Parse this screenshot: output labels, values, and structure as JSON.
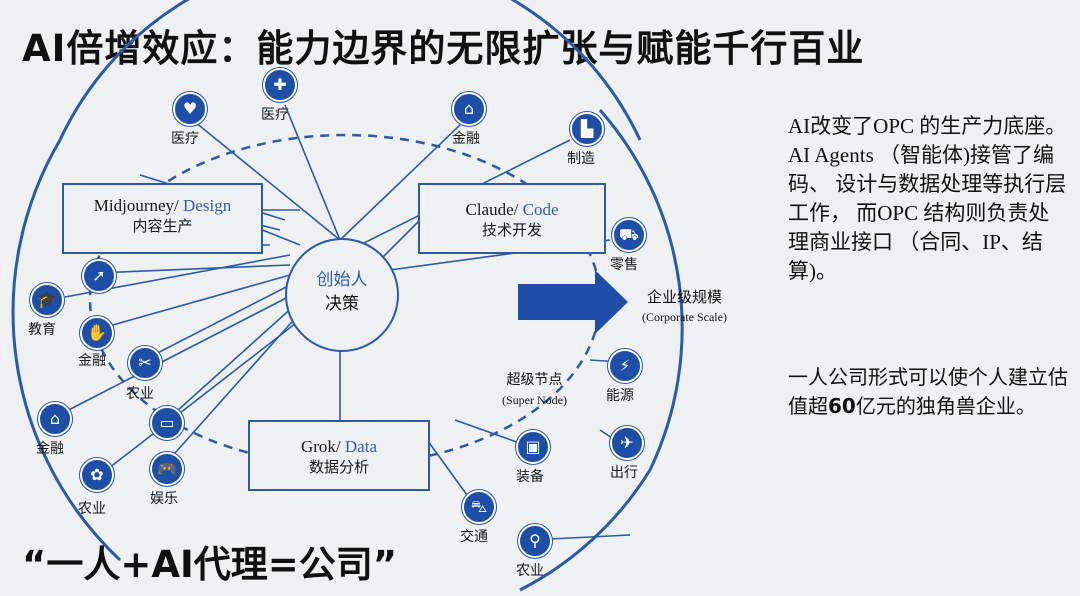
{
  "title": "AI倍增效应：能力边界的无限扩张与赋能千行百业",
  "boxes": {
    "design": {
      "en": "Midjourney/",
      "accent": "Design",
      "zh": "内容生产"
    },
    "code": {
      "en": "Claude/",
      "accent": "Code",
      "zh": "技术开发"
    },
    "data": {
      "en": "Grok/",
      "accent": "Data",
      "zh": "数据分析"
    }
  },
  "center": {
    "line1": "创始人",
    "line2": "决策"
  },
  "scale": {
    "zh": "企业级规模",
    "en": "(Corporate Scale)"
  },
  "super_node": {
    "zh": "超级节点",
    "en": "(Super Node)"
  },
  "icons": [
    {
      "label": "医疗",
      "glyph": "♥"
    },
    {
      "label": "医疗",
      "glyph": "✚"
    },
    {
      "label": "金融",
      "glyph": "⌂"
    },
    {
      "label": "制造",
      "glyph": "▙"
    },
    {
      "label": "零售",
      "glyph": "⛟"
    },
    {
      "label": "能源",
      "glyph": "⚡"
    },
    {
      "label": "出行",
      "glyph": "✈"
    },
    {
      "label": "装备",
      "glyph": "▣"
    },
    {
      "label": "交通",
      "glyph": "⛍"
    },
    {
      "label": "农业",
      "glyph": "⚲"
    },
    {
      "label": "教育",
      "glyph": "🎓"
    },
    {
      "label": "",
      "glyph": "➚"
    },
    {
      "label": "金融",
      "glyph": "✋"
    },
    {
      "label": "农业",
      "glyph": "✂"
    },
    {
      "label": "",
      "glyph": "▭"
    },
    {
      "label": "金融",
      "glyph": "⌂"
    },
    {
      "label": "娱乐",
      "glyph": "🎮"
    },
    {
      "label": "农业",
      "glyph": "✿"
    }
  ],
  "right_text": "AI改变了OPC 的生产力底座。AI Agents （智能体)接管了编码、 设计与数据处理等执行层工作， 而OPC 结构则负责处理商业接口 （合同、IP、结算)。",
  "right_text2": {
    "before": "一人公司形式可以使个人建立估值超",
    "bold": "60",
    "after": "亿元的独角兽企业。"
  },
  "slogan": "“一人+AI代理=公司”",
  "colors": {
    "accent": "#1e4fa8",
    "line": "#2a5aa8"
  }
}
